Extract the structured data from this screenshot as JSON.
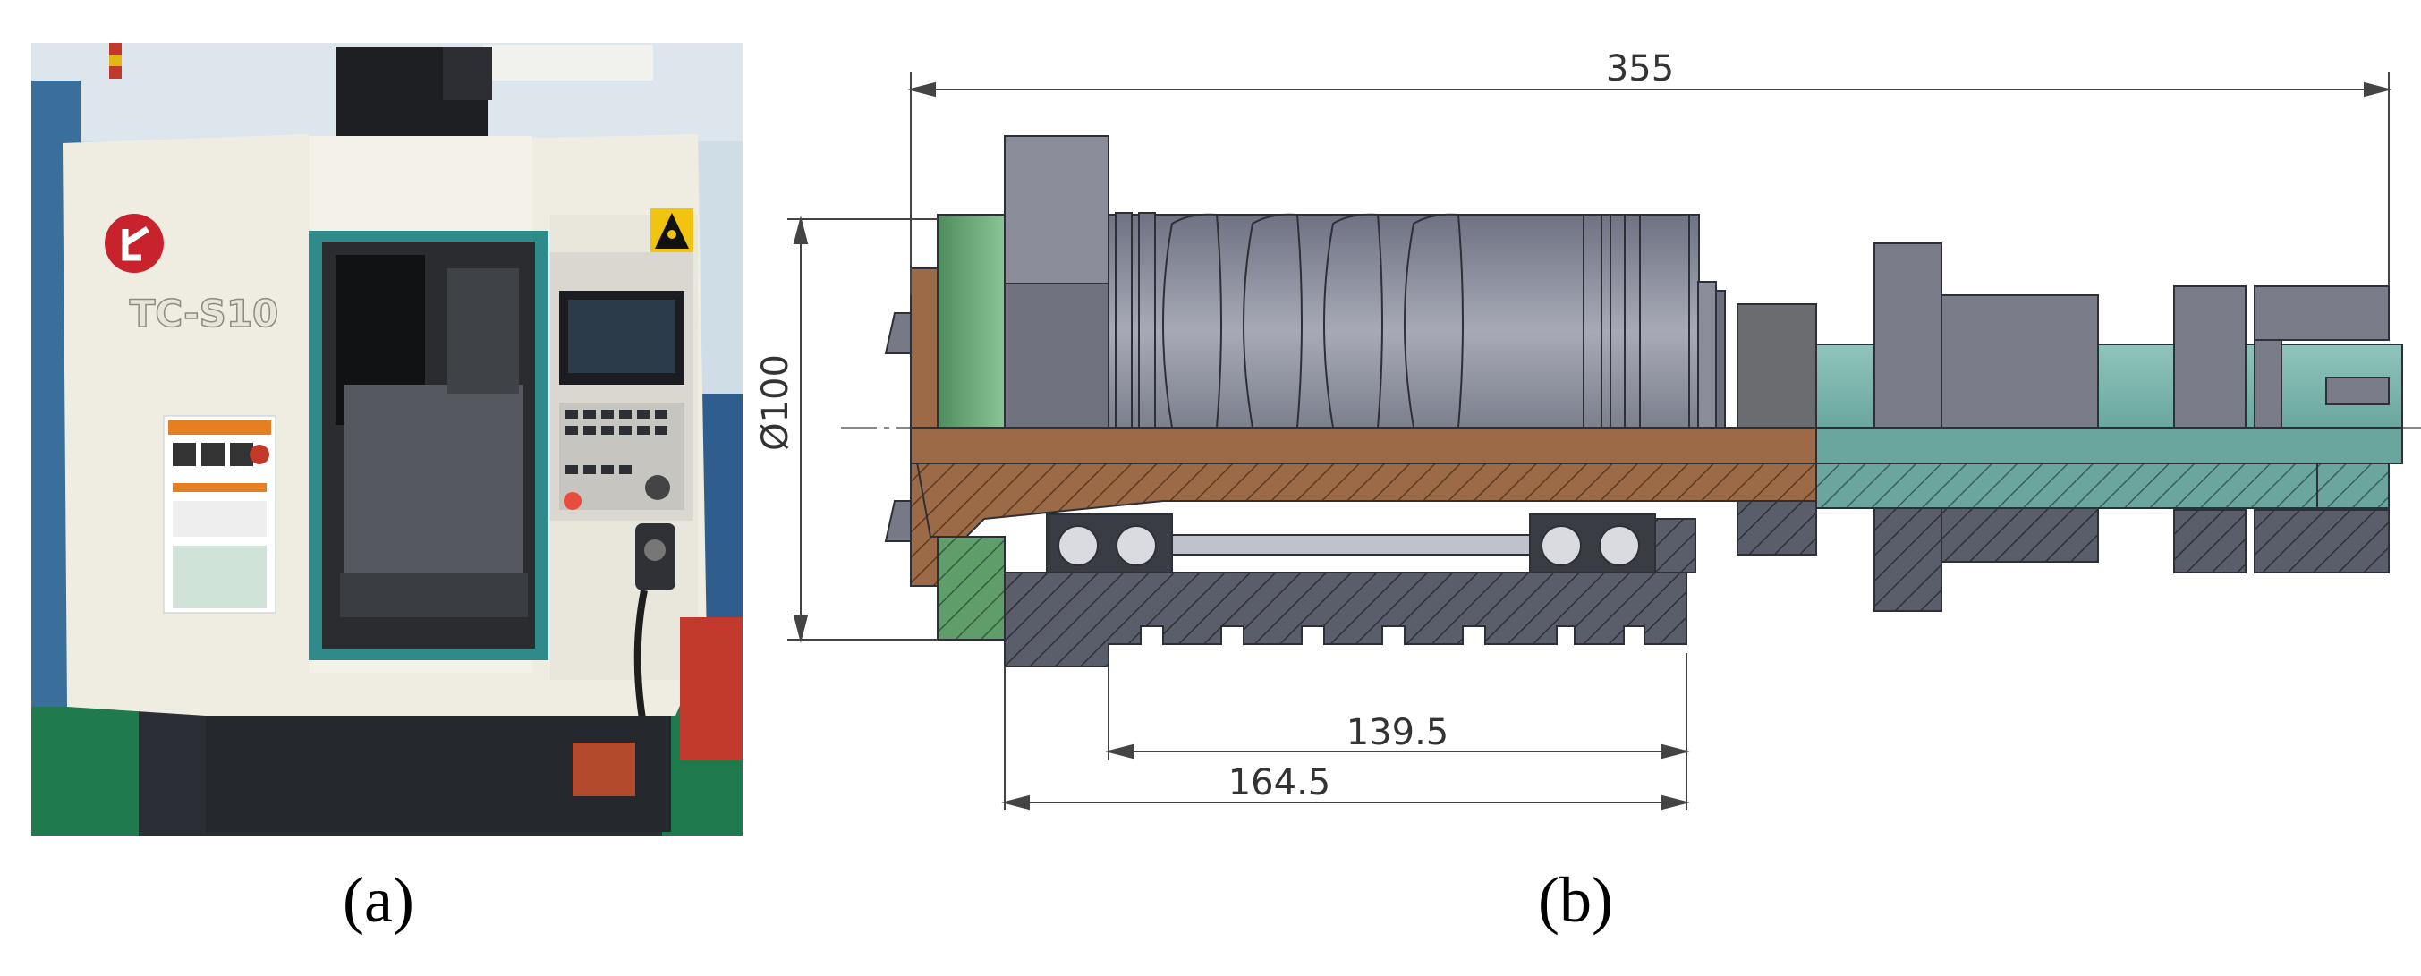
{
  "captions": {
    "a": "(a)",
    "b": "(b)"
  },
  "machine": {
    "model_label": "TC-S10"
  },
  "drawing": {
    "dim_overall": "355",
    "dim_diameter": "Ø100",
    "dim_bearing_span": "139.5",
    "dim_housing": "164.5"
  },
  "colors": {
    "machine_body": "#efece2",
    "window_frame": "#2f8a8a",
    "logo": "#c8232c",
    "rotor": "#8a8d99",
    "shaft_section": "#9c6a46",
    "shaft_right": "#74b3aa",
    "flange": "#5f9e6b",
    "housing": "#555a66"
  },
  "icons": [
    "laser-warning-icon",
    "machine-logo-icon"
  ]
}
